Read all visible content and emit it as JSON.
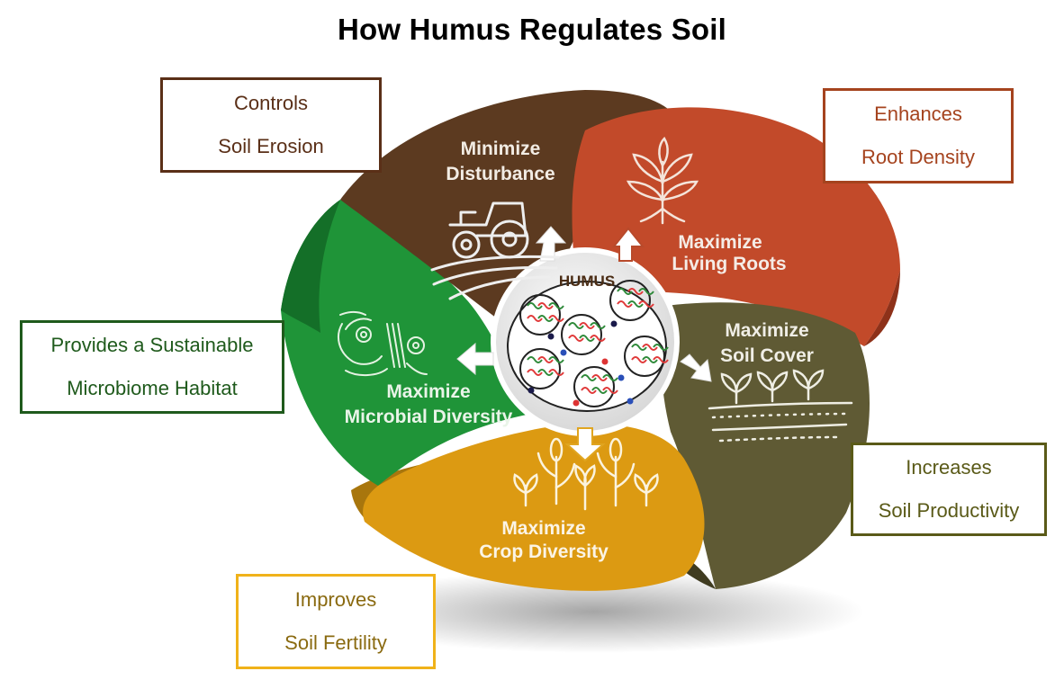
{
  "title": "How Humus Regulates Soil",
  "center": {
    "label": "HUMUS"
  },
  "colors": {
    "disturbance": "#5c3a20",
    "roots": "#c24a2a",
    "cover": "#5f5a34",
    "crop": "#dc9a12",
    "microbial": "#1f9438",
    "box_erosion": "#5a2f17",
    "box_roots": "#a5431e",
    "box_microbe": "#1f5a1c",
    "box_productivity": "#5a5a18",
    "box_fertility": "#f0b21a"
  },
  "segments": {
    "disturbance": {
      "line1": "Minimize",
      "line2": "Disturbance",
      "icon": "tractor-icon"
    },
    "roots": {
      "line1": "Maximize",
      "line2": "Living Roots",
      "icon": "plant-roots-icon"
    },
    "cover": {
      "line1": "Maximize",
      "line2": "Soil Cover",
      "icon": "seedlings-icon"
    },
    "crop": {
      "line1": "Maximize",
      "line2": "Crop Diversity",
      "icon": "corn-crops-icon"
    },
    "microbial": {
      "line1": "Maximize",
      "line2": "Microbial Diversity",
      "icon": "microbes-icon"
    }
  },
  "boxes": {
    "erosion": {
      "line1": "Controls",
      "line2": "Soil Erosion"
    },
    "roots": {
      "line1": "Enhances",
      "line2": "Root Density"
    },
    "microbiome": {
      "line1": "Provides a Sustainable",
      "line2": "Microbiome  Habitat"
    },
    "productivity": {
      "line1": "Increases",
      "line2": "Soil Productivity"
    },
    "fertility": {
      "line1": "Improves",
      "line2": "Soil Fertility"
    }
  }
}
